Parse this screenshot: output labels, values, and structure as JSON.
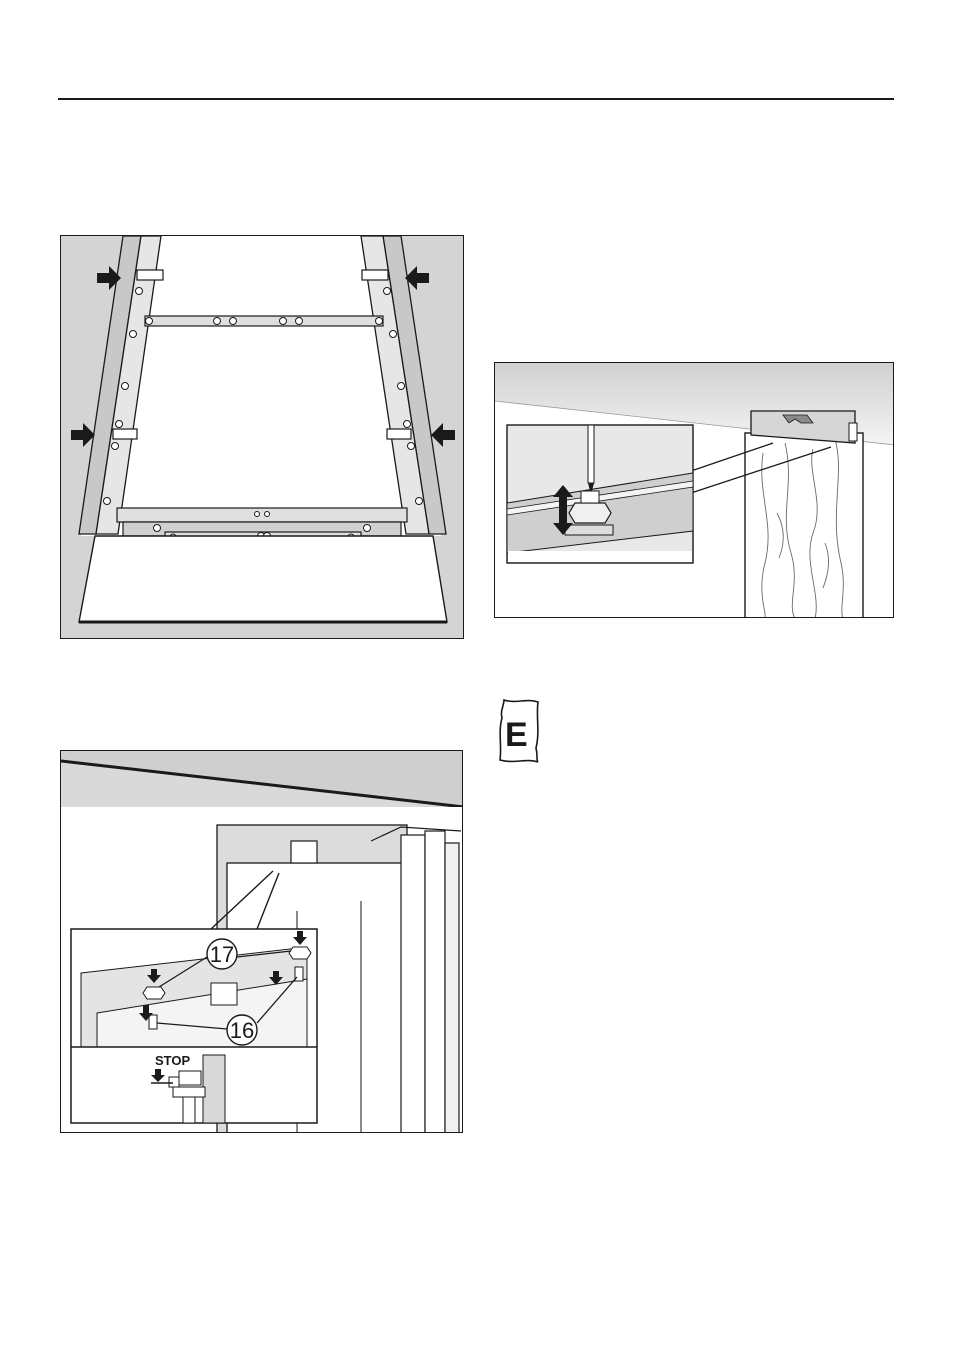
{
  "figures": {
    "frame_mounting": {
      "icon": "arrow-right-icon"
    },
    "height_adjustment": {
      "icon": "double-arrow-vertical-icon"
    },
    "nut_fastening": {
      "callout_17": "17",
      "callout_16": "16",
      "stop_label": "STOP"
    }
  },
  "parts_bag": {
    "letter": "E",
    "icon": "parts-bag-icon"
  },
  "colors": {
    "line": "#1a1a1a",
    "panel_gray": "#d4d4d4",
    "white": "#ffffff"
  }
}
